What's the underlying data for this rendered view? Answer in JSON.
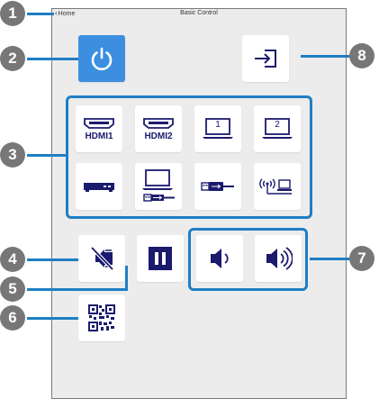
{
  "header": {
    "back_label": "Home",
    "title": "Basic Control"
  },
  "inputs": {
    "hdmi1_label": "HDMI1",
    "hdmi2_label": "HDMI2",
    "computer1_number": "1",
    "computer2_number": "2"
  },
  "callouts": [
    "1",
    "2",
    "3",
    "4",
    "5",
    "6",
    "7",
    "8"
  ],
  "colors": {
    "accent": "#1f7ec4",
    "power_bg": "#3c8fe0",
    "icon": "#1a1a6e",
    "callout": "#777777",
    "panel_bg": "#ececec"
  },
  "icons": [
    "power-icon",
    "source-search-icon",
    "hdmi-icon",
    "computer-icon",
    "video-device-icon",
    "usb-display-icon",
    "usb-icon",
    "network-icon",
    "mute-icon",
    "pause-icon",
    "volume-down-icon",
    "volume-up-icon",
    "qr-code-icon"
  ]
}
